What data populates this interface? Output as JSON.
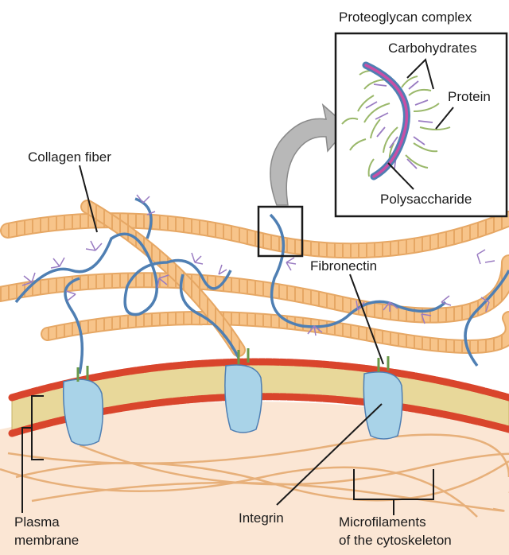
{
  "labels": {
    "proteoglycan_complex": "Proteoglycan complex",
    "carbohydrates": "Carbohydrates",
    "protein": "Protein",
    "polysaccharide": "Polysaccharide",
    "collagen_fiber": "Collagen fiber",
    "fibronectin": "Fibronectin",
    "plasma": "Plasma",
    "membrane": "membrane",
    "integrin": "Integrin",
    "microfilaments": "Microfilaments",
    "of_cytoskeleton": "of the cytoskeleton"
  },
  "colors": {
    "collagen": "#f7c48a",
    "collagen_stripe": "#e6a764",
    "proteoglycan_core": "#4f7fb3",
    "proteoglycan_branches": "#9a7cc2",
    "carbohydrate_green": "#9ab86a",
    "protein_pink": "#c84fa6",
    "integrin": "#a9d3e8",
    "phospholipid_head": "#d9452c",
    "phospholipid_tail": "#d8c67a",
    "cytoplasm": "#fbe6d4",
    "microfilament": "#e7b07a"
  }
}
